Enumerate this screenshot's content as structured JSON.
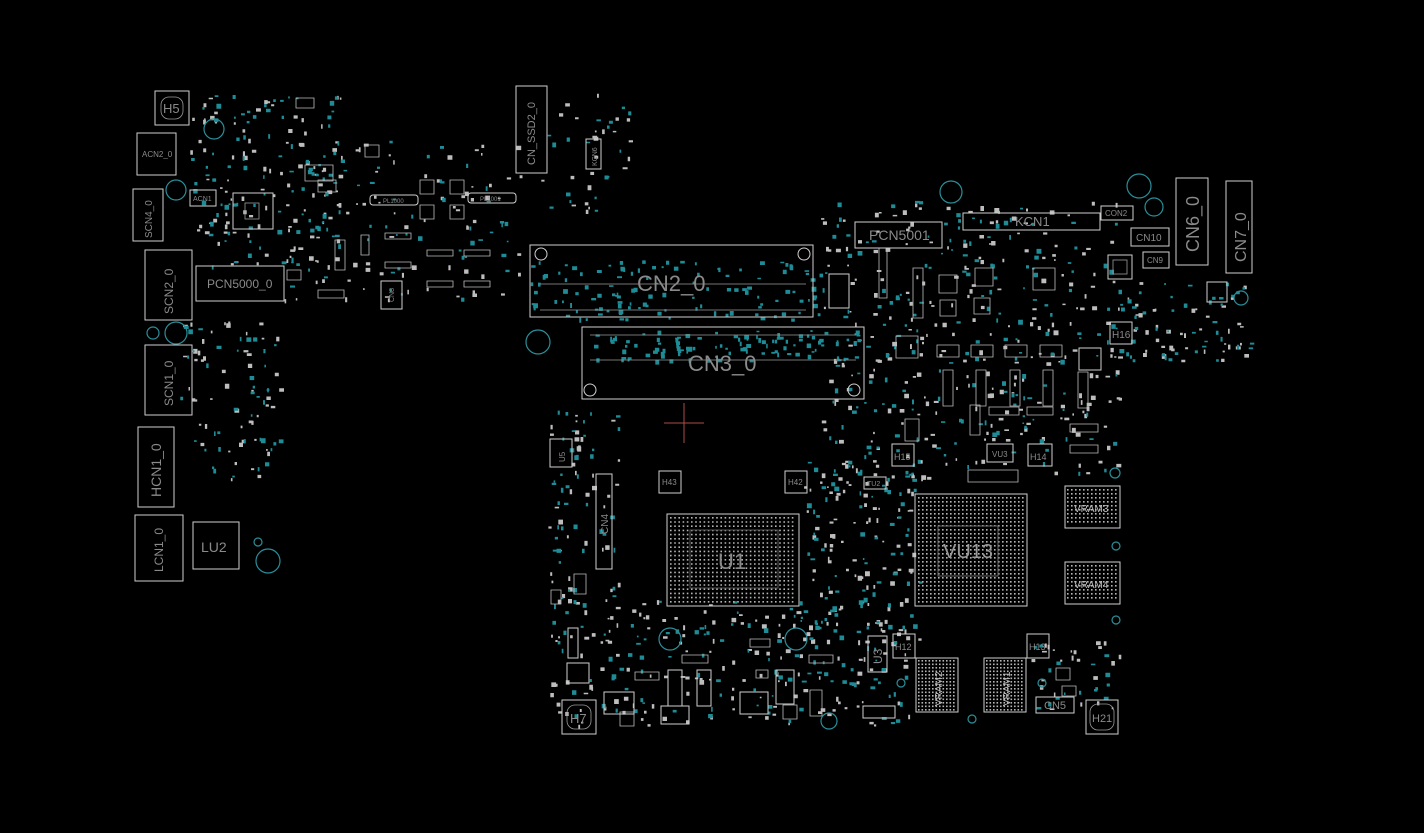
{
  "viewer": {
    "background": "#000000",
    "outline_color": "#cfcfcf",
    "pad_color": "#1e8c96",
    "label_color": "#8a8a8a",
    "crosshair_color": "#b04a4a"
  },
  "labels": {
    "H5": "H5",
    "ACN2_0": "ACN2_0",
    "ACN1": "ACN1",
    "SCN4_0": "SCN4_0",
    "SCN2_0": "SCN2_0",
    "PCN5000_0": "PCN5000_0",
    "SCN1_0": "SCN1_0",
    "HCN1_0": "HCN1_0",
    "LCN1_0": "LCN1_0",
    "LU2": "LU2",
    "CN_SSD2_0": "CN_SSD2_0",
    "KCN6": "KCN6",
    "PL1000": "PL1000",
    "PL1001": "PL1001",
    "CN8": "CN8",
    "CN2_0": "CN2_0",
    "CN3_0": "CN3_0",
    "PCN5001": "PCN5001",
    "KCN1": "KCN1",
    "CON2": "CON2",
    "CN10": "CN10",
    "CN9": "CN9",
    "CN6_0": "CN6_0",
    "CN7_0": "CN7_0",
    "H16": "H16",
    "H15": "H15",
    "VU3": "VU3",
    "H14": "H14",
    "TU2": "TU2",
    "VRAM3": "VRAM3",
    "VRAM4": "VRAM4",
    "VU13": "VU13",
    "U1": "U1",
    "H43": "H43",
    "H42": "H42",
    "CN4": "CN4",
    "U5": "U5",
    "U3": "U3",
    "H12": "H12",
    "H13": "H13",
    "VRAM2": "VRAM2",
    "VRAM1": "VRAM1",
    "CN5": "CN5",
    "H21": "H21",
    "H7": "H7"
  }
}
